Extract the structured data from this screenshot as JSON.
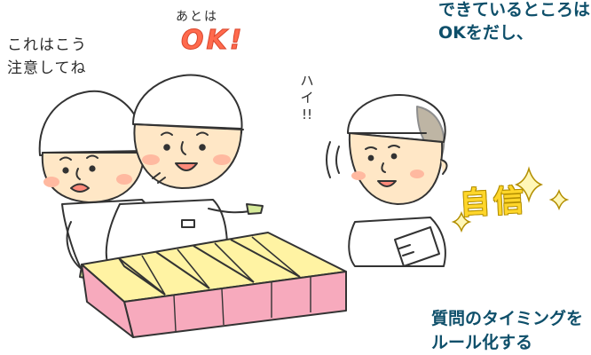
{
  "speech": {
    "left_line1": "これはこう",
    "left_line2": "注意してね",
    "ato_wa": "あとは",
    "ok": "OK!",
    "hai_1": "ハ",
    "hai_2": "イ",
    "hai_3": "!!"
  },
  "stamp": {
    "confidence": "自信"
  },
  "text": {
    "top_line1": "できているところは",
    "top_line2": "OKをだし、",
    "bottom_line1": "質問のタイミングを",
    "bottom_line2": "ルール化する"
  },
  "colors": {
    "heading": "#0e4f6a",
    "ok": "#ff6a4d",
    "confidence": "#ffd62a",
    "tray_side": "#f7aabd",
    "tray_inner": "#fff3a3",
    "cheek": "#ffb9a0",
    "skin": "#ffe7c6"
  }
}
